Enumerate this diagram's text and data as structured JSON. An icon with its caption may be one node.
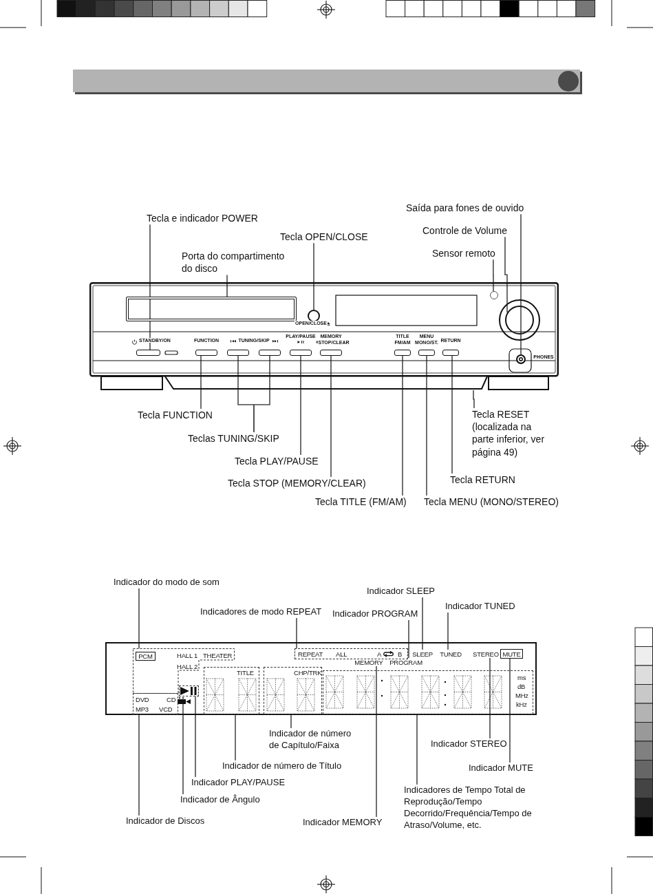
{
  "diagram": {
    "nodes": [
      {
        "text": [
          "Tecla e indicador POWER"
        ]
      },
      {
        "text": [
          "Porta do compartimento do disco"
        ]
      },
      {
        "text": [
          "Tecla OPEN/CLOSE"
        ]
      },
      {
        "text": [
          "Saída para fones de ouvido"
        ]
      },
      {
        "text": [
          "Controle de Volume"
        ]
      },
      {
        "text": [
          "Sensor remoto"
        ]
      },
      {
        "text": [],
        "shape": "box"
      },
      {
        "text": [],
        "shape": "box",
        "in": 6
      },
      {
        "text": [],
        "shape": "circle",
        "in": 6
      },
      {
        "text": [],
        "shape": "circle",
        "in": 6
      },
      {
        "text": [],
        "shape": "circle",
        "in": 6
      },
      {
        "text": [],
        "shape": "circle",
        "in": 6
      },
      {
        "text": [],
        "shape": "box",
        "in": 6
      },
      {
        "text": [],
        "shape": "box",
        "in": 6
      },
      {
        "text": [],
        "shape": "box",
        "in": 6
      },
      {
        "text": [],
        "shape": "box",
        "in": 6
      },
      {
        "text": [],
        "shape": "box",
        "in": 6
      },
      {
        "text": [],
        "shape": "box",
        "in": 6
      },
      {
        "text": [],
        "shape": "box",
        "in": 6
      },
      {
        "text": [],
        "shape": "box",
        "in": 6
      },
      {
        "text": [],
        "shape": "box",
        "in": 6
      },
      {
        "text": [
          "Tecla FUNCTION"
        ]
      },
      {
        "text": [
          "Teclas TUNING/SKIP"
        ]
      },
      {
        "text": [
          "Tecla PLAY/PAUSE"
        ]
      },
      {
        "text": [
          "Tecla STOP (MEMORY/CLEAR)"
        ]
      },
      {
        "text": [
          "Tecla TITLE (FM/AM)"
        ]
      },
      {
        "text": [
          "Tecla MENU (MONO/STEREO)"
        ]
      },
      {
        "text": [
          "Tecla RETURN"
        ]
      },
      {
        "text": [
          "Tecla RESET (localizada na parte inferior, ver página 49)"
        ]
      },
      {
        "text": [
          "Indicador do modo de som"
        ]
      },
      {
        "text": [
          "Indicador SLEEP"
        ]
      },
      {
        "text": [
          "Indicador TUNED"
        ]
      },
      {
        "text": [
          "Indicadores de modo REPEAT"
        ]
      },
      {
        "text": [
          "Indicador PROGRAM"
        ]
      },
      {
        "text": [],
        "shape": "box"
      },
      {
        "text": [
          "HALL 1",
          "THEATER",
          "HALL 2"
        ],
        "in": 34
      },
      {
        "text": [
          "PCM"
        ],
        "in": 35
      },
      {
        "text": [
          "REPEAT",
          "ALL",
          "A",
          "B"
        ],
        "in": 34
      },
      {
        "text": [
          "SLEEP"
        ],
        "in": 34
      },
      {
        "text": [
          "TUNED"
        ],
        "in": 34
      },
      {
        "text": [
          "STEREO"
        ],
        "in": 34
      },
      {
        "text": [
          "MUTE"
        ],
        "in": 34
      },
      {
        "text": [
          "MEMORY"
        ],
        "in": 34
      },
      {
        "text": [
          "PROGRAM"
        ],
        "in": 34
      },
      {
        "text": [
          "TITLE"
        ],
        "in": 34
      },
      {
        "text": [
          "CHP/TRK"
        ],
        "in": 34
      },
      {
        "text": [
          "ms",
          "dB",
          "MHz",
          "kHz"
        ],
        "in": 34
      },
      {
        "text": [],
        "shape": "box",
        "in": 34
      },
      {
        "text": [
          "DVD",
          "CD",
          "MP3",
          "VCD"
        ],
        "in": 34
      },
      {
        "text": [],
        "shape": "camera",
        "in": 34
      },
      {
        "text": [
          "Indicador de número de Capítulo/Faixa"
        ]
      },
      {
        "text": [
          "Indicador STEREO"
        ]
      },
      {
        "text": [
          "Indicador de número de Título"
        ]
      },
      {
        "text": [
          "Indicador MUTE"
        ]
      },
      {
        "text": [
          "Indicador PLAY/PAUSE"
        ]
      },
      {
        "text": [
          "Indicadores de Tempo Total de Reprodução/Tempo Decorrido/Frequência/Tempo de Atraso/Volume, etc."
        ]
      },
      {
        "text": [
          "Indicador de Ângulo"
        ]
      },
      {
        "text": [
          "Indicador de Discos"
        ]
      },
      {
        "text": [
          "Indicador MEMORY"
        ]
      }
    ],
    "edges": [
      {
        "from": 0,
        "to": 12,
        "arrow": "none"
      },
      {
        "from": 1,
        "to": 7,
        "arrow": "none"
      },
      {
        "from": 2,
        "to": 8,
        "arrow": "none"
      },
      {
        "from": 3,
        "to": 11,
        "arrow": "none"
      },
      {
        "from": 4,
        "to": 10,
        "arrow": "none"
      },
      {
        "from": 5,
        "to": 9,
        "arrow": "none"
      },
      {
        "from": 21,
        "to": 13,
        "arrow": "none"
      },
      {
        "from": 22,
        "to": 14,
        "arrow": "none"
      },
      {
        "from": 22,
        "to": 15,
        "arrow": "none"
      },
      {
        "from": 23,
        "to": 16,
        "arrow": "none"
      },
      {
        "from": 24,
        "to": 17,
        "arrow": "none"
      },
      {
        "from": 25,
        "to": 18,
        "arrow": "none"
      },
      {
        "from": 26,
        "to": 19,
        "arrow": "none"
      },
      {
        "from": 27,
        "to": 20,
        "arrow": "none"
      },
      {
        "from": 28,
        "to": 6,
        "arrow": "none"
      },
      {
        "from": 29,
        "to": 35,
        "arrow": "none"
      },
      {
        "from": 30,
        "to": 38,
        "arrow": "none"
      },
      {
        "from": 31,
        "to": 39,
        "arrow": "none"
      },
      {
        "from": 32,
        "to": 37,
        "arrow": "none"
      },
      {
        "from": 33,
        "to": 43,
        "arrow": "none"
      },
      {
        "from": 50,
        "to": 45,
        "arrow": "none"
      },
      {
        "from": 51,
        "to": 40,
        "arrow": "none"
      },
      {
        "from": 52,
        "to": 44,
        "arrow": "none"
      },
      {
        "from": 53,
        "to": 41,
        "arrow": "none"
      },
      {
        "from": 54,
        "to": 47,
        "arrow": "none"
      },
      {
        "from": 55,
        "to": 46,
        "arrow": "none"
      },
      {
        "from": 56,
        "to": 49,
        "arrow": "none"
      },
      {
        "from": 57,
        "to": 48,
        "arrow": "none"
      },
      {
        "from": 58,
        "to": 42,
        "arrow": "none"
      }
    ],
    "labels": [
      "OPEN/CLOSE",
      "STANDBY/ON",
      "FUNCTION",
      "TUNING/SKIP",
      "PLAY/PAUSE",
      "MEMORY",
      "STOP/CLEAR",
      "TITLE",
      "FM/AM",
      "MENU",
      "MONO/ST.",
      "RETURN",
      "PHONES"
    ]
  }
}
